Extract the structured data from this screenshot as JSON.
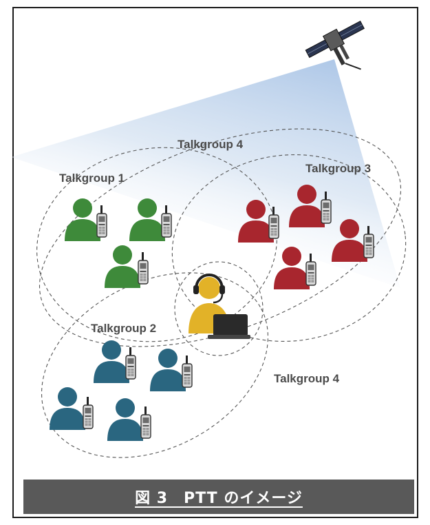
{
  "diagram": {
    "groups": [
      {
        "id": "tg4-top",
        "label": "Talkgroup 4"
      },
      {
        "id": "tg1",
        "label": "Talkgroup 1"
      },
      {
        "id": "tg3",
        "label": "Talkgroup 3"
      },
      {
        "id": "tg2",
        "label": "Talkgroup 2"
      },
      {
        "id": "tg4-bottom",
        "label": "Talkgroup 4"
      }
    ],
    "colors": {
      "talkgroup1_users": "#3e8a3a",
      "talkgroup2_users": "#2a6680",
      "talkgroup3_users": "#a8262e",
      "dispatcher": "#e2b228",
      "satellite_beam": "#b9cfe8"
    },
    "icons": [
      "satellite-icon",
      "user-with-radio-icon",
      "dispatcher-headset-icon",
      "laptop-icon"
    ]
  },
  "caption": {
    "text": "図 3　PTT のイメージ"
  }
}
